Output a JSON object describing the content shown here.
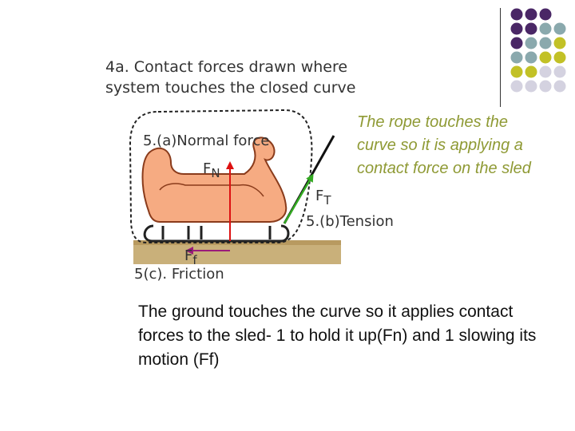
{
  "heading": [
    "4a. Contact forces drawn where",
    "system touches the closed curve"
  ],
  "labels": {
    "normal_force": "5.(a)Normal force",
    "tension": "5.(b)Tension",
    "friction": "5(c). Friction"
  },
  "forces": {
    "normal": {
      "symbol": "F",
      "subscript": "N"
    },
    "tension": {
      "symbol": "F",
      "subscript": "T"
    },
    "friction": {
      "symbol": "F",
      "subscript": "f"
    }
  },
  "callout": "The rope touches the curve so it is applying a contact force on the sled",
  "caption": "The ground touches the curve so it applies contact forces to the sled- 1 to hold it up(Fn) and 1 slowing its motion (Ff)",
  "colors": {
    "normal_arrow": "#dd1111",
    "tension_arrow": "#33aa22",
    "friction_arrow": "#9b1b7a",
    "sled": "#f6ab82",
    "ground": "#c9b07a",
    "callout_text": "#8f9a35",
    "dot_purple": "#4a2766",
    "dot_teal": "#8aa9ad",
    "dot_olive": "#c2c126",
    "dot_lavender": "#d4d2e0"
  }
}
